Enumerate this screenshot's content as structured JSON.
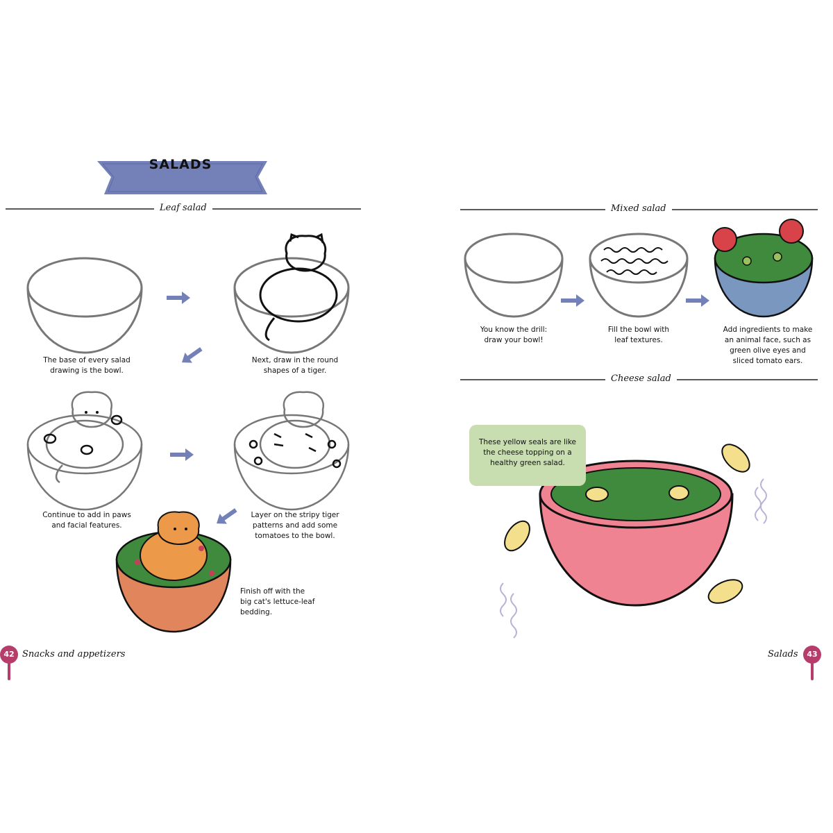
{
  "left_page": {
    "banner_title": "SALADS",
    "section_title": "Leaf salad",
    "steps": [
      "The base of every salad drawing is the bowl.",
      "Next, draw in the round shapes of a tiger.",
      "Continue to add in paws and facial features.",
      "Layer on the stripy tiger patterns and add some tomatoes to the bowl.",
      "Finish off with the big cat's lettuce-leaf bedding."
    ],
    "page_number": "42",
    "footer": "Snacks and appetizers"
  },
  "right_page": {
    "section1_title": "Mixed salad",
    "mixed_steps": [
      "You know the drill: draw your bowl!",
      "Fill the bowl with leaf textures.",
      "Add ingredients to make an animal face, such as green olive eyes and sliced tomato ears."
    ],
    "section2_title": "Cheese salad",
    "note": "These yellow seals are like the cheese topping on a healthy green salad.",
    "page_number": "43",
    "footer": "Salads"
  },
  "colors": {
    "banner": "#7480b8",
    "arrow": "#7480b8",
    "spoon": "#b63d6a",
    "note_bg": "#c8ddb0",
    "pink_bowl": "#f08392",
    "orange_bowl": "#e0855c",
    "blue_bowl": "#7a97bf",
    "lettuce": "#3f8a3c",
    "seal": "#f4e08c",
    "tiger": "#ec9a4a"
  }
}
